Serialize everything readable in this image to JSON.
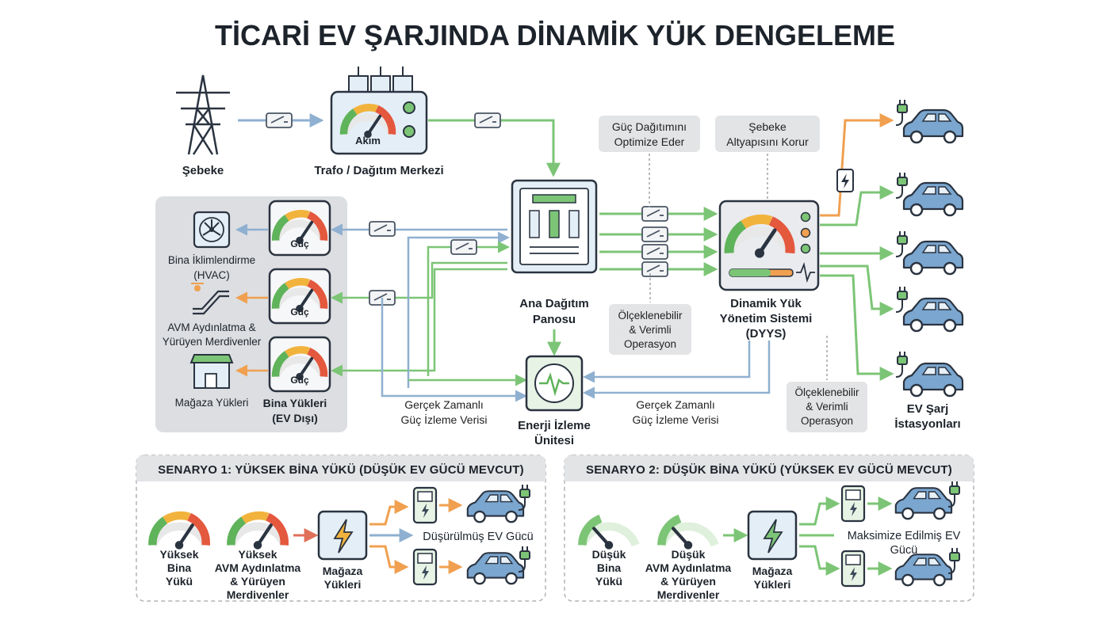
{
  "title": "TİCARİ EV ŞARJINDA DİNAMİK YÜK DENGELEME",
  "grid": {
    "label": "Şebeke"
  },
  "transformer": {
    "label": "Trafo / Dağıtım Merkezi",
    "gauge_label": "Akım"
  },
  "panel": {
    "label_lines": [
      "Ana Dağıtım",
      "Panosu"
    ]
  },
  "dlms": {
    "label_lines": [
      "Dinamik Yük",
      "Yönetim Sistemi",
      "(DYYS)"
    ]
  },
  "monitor": {
    "label_lines": [
      "Enerji İzleme",
      "Ünitesi"
    ]
  },
  "ev_stations": {
    "label_lines": [
      "EV Şarj",
      "İstasyonları"
    ]
  },
  "callouts": {
    "optimize": [
      "Güç Dağıtımını",
      "Optimize Eder"
    ],
    "protect": [
      "Şebeke",
      "Altyapısını Korur"
    ],
    "scalable_mid": [
      "Ölçeklenebilir",
      "& Verimli",
      "Operasyon"
    ],
    "scalable_right": [
      "Ölçeklenebilir",
      "& Verimli",
      "Operasyon"
    ]
  },
  "realtime_left": [
    "Gerçek Zamanlı",
    "Güç İzleme Verisi"
  ],
  "realtime_right": [
    "Gerçek Zamanlı",
    "Güç İzleme Verisi"
  ],
  "building": {
    "gauge_label": "Güç",
    "group_label": [
      "Bina Yükleri",
      "(EV Dışı)"
    ],
    "hvac": [
      "Bina İklimlendirme",
      "(HVAC)"
    ],
    "mall": [
      "AVM Aydınlatma &",
      "Yürüyen Merdivenler"
    ],
    "shops": [
      "Mağaza Yükleri"
    ]
  },
  "scenario1": {
    "header": "SENARYO 1: YÜKSEK BİNA YÜKÜ (DÜŞÜK EV GÜCÜ MEVCUT)",
    "g1": [
      "Yüksek",
      "Bina",
      "Yükü"
    ],
    "g2": [
      "Yüksek",
      "AVM Aydınlatma",
      "& Yürüyen",
      "Merdivenler"
    ],
    "shop": [
      "Mağaza",
      "Yükleri"
    ],
    "result": "Düşürülmüş EV Gücü"
  },
  "scenario2": {
    "header": "SENARYO 2: DÜŞÜK BİNA YÜKÜ (YÜKSEK EV GÜCÜ MEVCUT)",
    "g1": [
      "Düşük",
      "Bina",
      "Yükü"
    ],
    "g2": [
      "Düşük",
      "AVM Aydınlatma",
      "& Yürüyen",
      "Merdivenler"
    ],
    "shop": [
      "Mağaza",
      "Yükleri"
    ],
    "result": [
      "Maksimize Edilmiş EV",
      "Gücü"
    ]
  },
  "colors": {
    "green": "#7cc576",
    "blue": "#8fb0d0",
    "orange": "#f0a050",
    "panel_bg": "#e4eef7",
    "box_bg": "#e9ebee",
    "car": "#7aa6cf"
  },
  "icons": [
    "transmission-tower-icon",
    "switch-icon",
    "transformer-icon",
    "fan-icon",
    "escalator-icon",
    "store-icon",
    "gauge-icon",
    "lightning-icon",
    "plug-icon",
    "car-icon",
    "charger-icon",
    "pulse-icon"
  ]
}
